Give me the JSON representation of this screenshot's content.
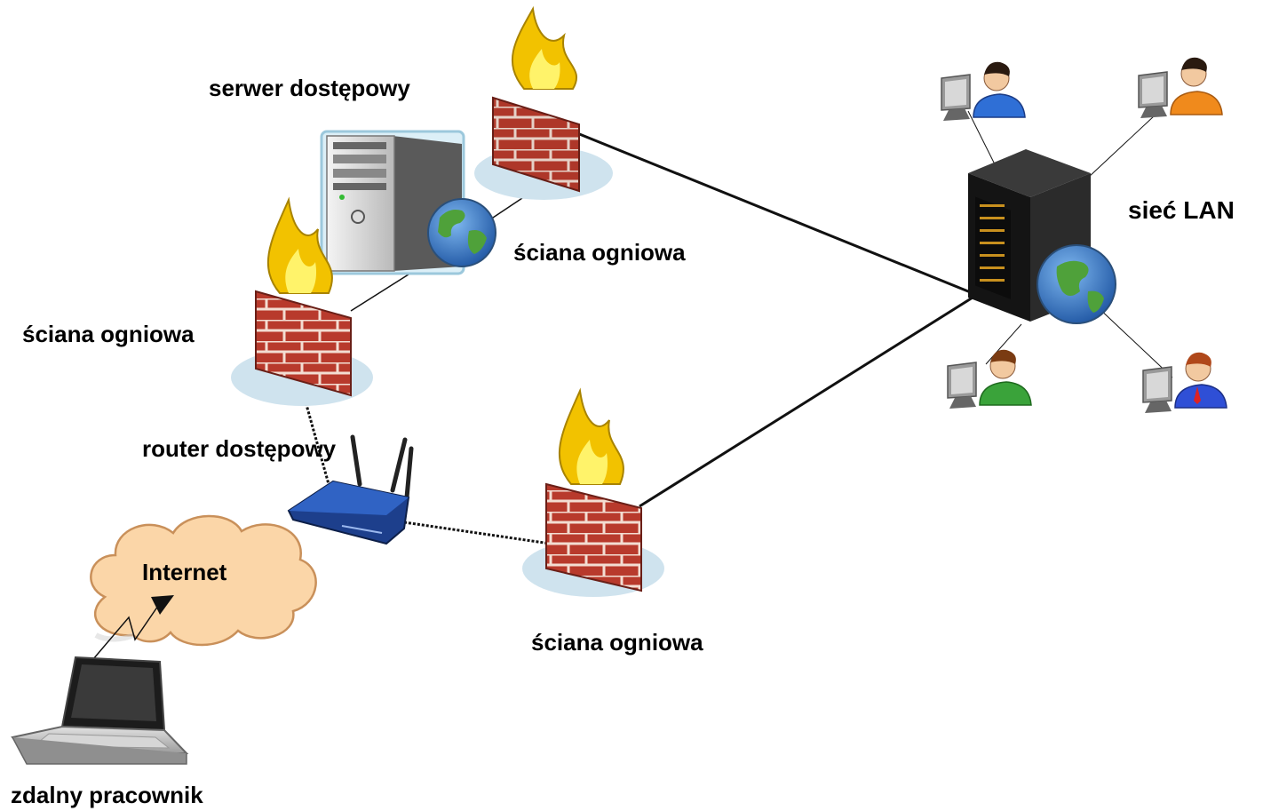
{
  "labels": {
    "access_server": "serwer dostępowy",
    "firewall_top": "ściana ogniowa",
    "firewall_left": "ściana ogniowa",
    "firewall_bottom": "ściana ogniowa",
    "lan": "sieć LAN",
    "router": "router dostępowy",
    "internet": "Internet",
    "remote_worker": "zdalny pracownik"
  },
  "colors": {
    "brick": "#b83a2c",
    "mortar": "#f3ddd2",
    "flame_outer": "#f2c200",
    "flame_inner": "#fff36a",
    "shadow_disc": "#cfe3ee",
    "cloud_fill": "#fbd6a8",
    "cloud_stroke": "#c9905a",
    "router_body": "#1d3f8c",
    "server_rack": "#1e1e1e",
    "globe_water": "#2f74c9",
    "globe_land": "#4fa13a",
    "link_line": "#111111"
  },
  "users": [
    {
      "name": "user-top-left",
      "shirt": "#2f6fd6",
      "hair": "#2a1a10"
    },
    {
      "name": "user-top-right",
      "shirt": "#f08a1c",
      "hair": "#2a1a10"
    },
    {
      "name": "user-bottom-left",
      "shirt": "#3aa33a",
      "hair": "#7a3b12"
    },
    {
      "name": "user-bottom-right",
      "shirt": "#2f4fd6",
      "hair": "#b0481a"
    }
  ]
}
